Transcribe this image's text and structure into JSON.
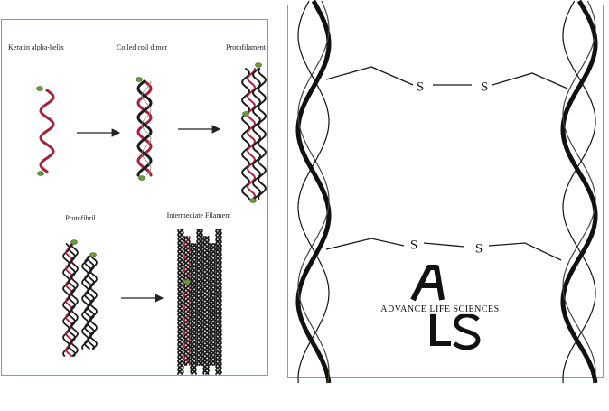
{
  "left_panel": {
    "stages": [
      {
        "label": "Keratin alpha-helix"
      },
      {
        "label": "Coiled coil dimer"
      },
      {
        "label": "Protofilament"
      },
      {
        "label": "Protofibril"
      },
      {
        "label": "Intermediate Filament"
      }
    ]
  },
  "right_panel": {
    "bonds": [
      {
        "left_atom": "S",
        "right_atom": "S"
      },
      {
        "left_atom": "S",
        "right_atom": "S"
      }
    ],
    "watermark": {
      "text": "ADVANCE LIFE SCIENCES",
      "monogram": "ALS"
    }
  },
  "colors": {
    "helix_red": "#a8203a",
    "helix_black": "#1c1c1c",
    "terminal_green": "#6a9a3c",
    "panel_border": "#7a9bd1"
  }
}
